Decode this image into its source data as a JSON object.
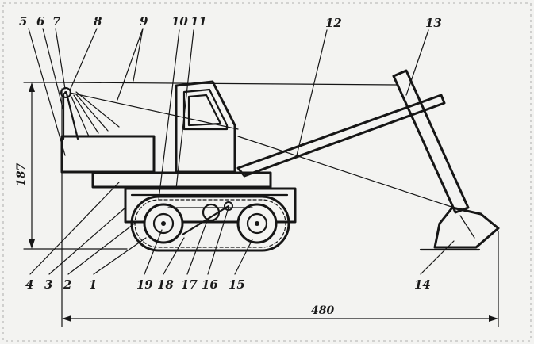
{
  "callouts": {
    "top": [
      "5",
      "6",
      "7",
      "8",
      "9",
      "10",
      "11",
      "12",
      "13"
    ],
    "bottom": [
      "4",
      "3",
      "2",
      "1",
      "19",
      "18",
      "17",
      "16",
      "15",
      "14"
    ]
  },
  "dimensions": {
    "height": "187",
    "length": "480"
  },
  "colors": {
    "ink": "#161616",
    "paper": "#f3f3f1"
  }
}
